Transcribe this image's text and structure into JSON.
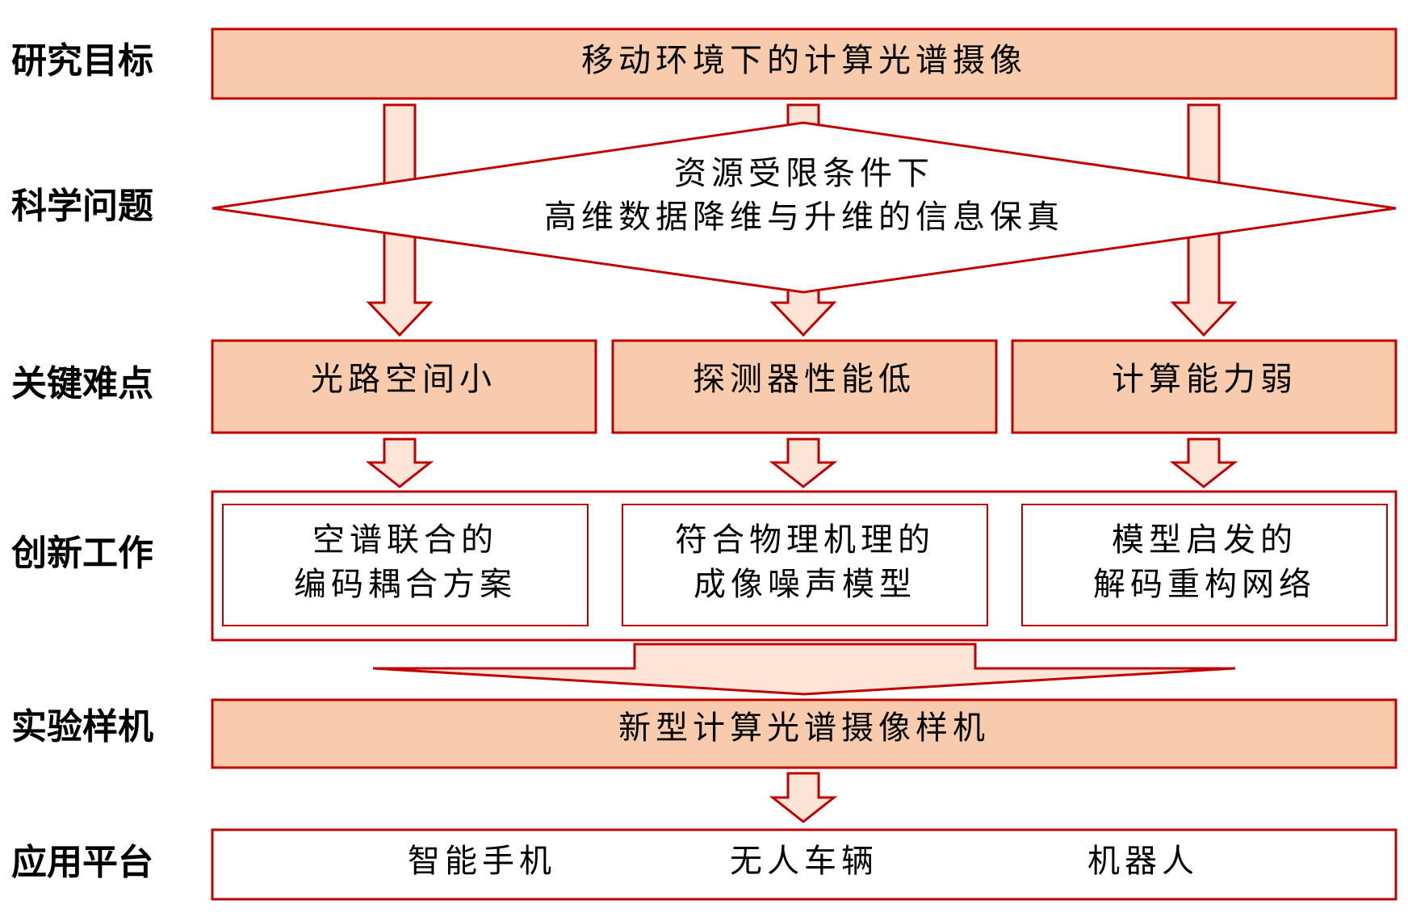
{
  "row_labels": {
    "goal": "研究目标",
    "science": "科学问题",
    "difficulty": "关键难点",
    "innovation": "创新工作",
    "prototype": "实验样机",
    "platform": "应用平台"
  },
  "goal": {
    "text": "移动环境下的计算光谱摄像"
  },
  "science": {
    "line1": "资源受限条件下",
    "line2": "高维数据降维与升维的信息保真"
  },
  "difficulties": [
    {
      "text": "光路空间小"
    },
    {
      "text": "探测器性能低"
    },
    {
      "text": "计算能力弱"
    }
  ],
  "innovations": [
    {
      "line1": "空谱联合的",
      "line2": "编码耦合方案"
    },
    {
      "line1": "符合物理机理的",
      "line2": "成像噪声模型"
    },
    {
      "line1": "模型启发的",
      "line2": "解码重构网络"
    }
  ],
  "prototype": {
    "text": "新型计算光谱摄像样机"
  },
  "platforms": [
    {
      "text": "智能手机"
    },
    {
      "text": "无人车辆"
    },
    {
      "text": "机器人"
    }
  ],
  "colors": {
    "accent_border": "#c00000",
    "box_fill": "#f7cbac",
    "arrow_fill": "#fce4d6"
  }
}
